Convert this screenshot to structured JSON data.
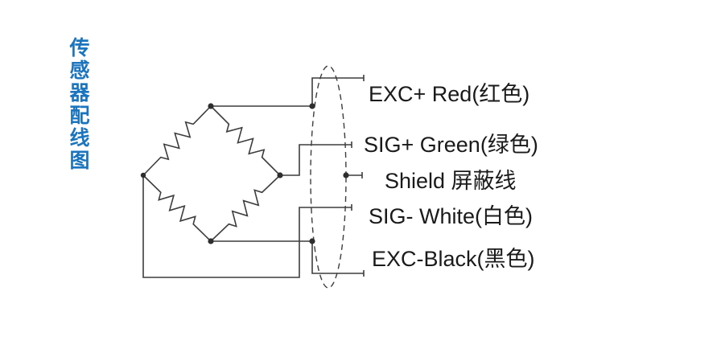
{
  "title": {
    "text": "传感器配线图"
  },
  "colors": {
    "title_blue": "#1b74be",
    "line": "#3d3d3d",
    "label_text": "#1a1a1a"
  },
  "labels": [
    {
      "text": "EXC+ Red(红色)"
    },
    {
      "text": "SIG+ Green(绿色)"
    },
    {
      "text": "Shield 屏蔽线"
    },
    {
      "text": "SIG- White(白色)"
    },
    {
      "text": "EXC-Black(黑色)"
    }
  ],
  "shapes": {
    "bridge": "wheatstone-bridge-4-resistors",
    "cable": "dashed-ellipse-shielded-cable"
  }
}
